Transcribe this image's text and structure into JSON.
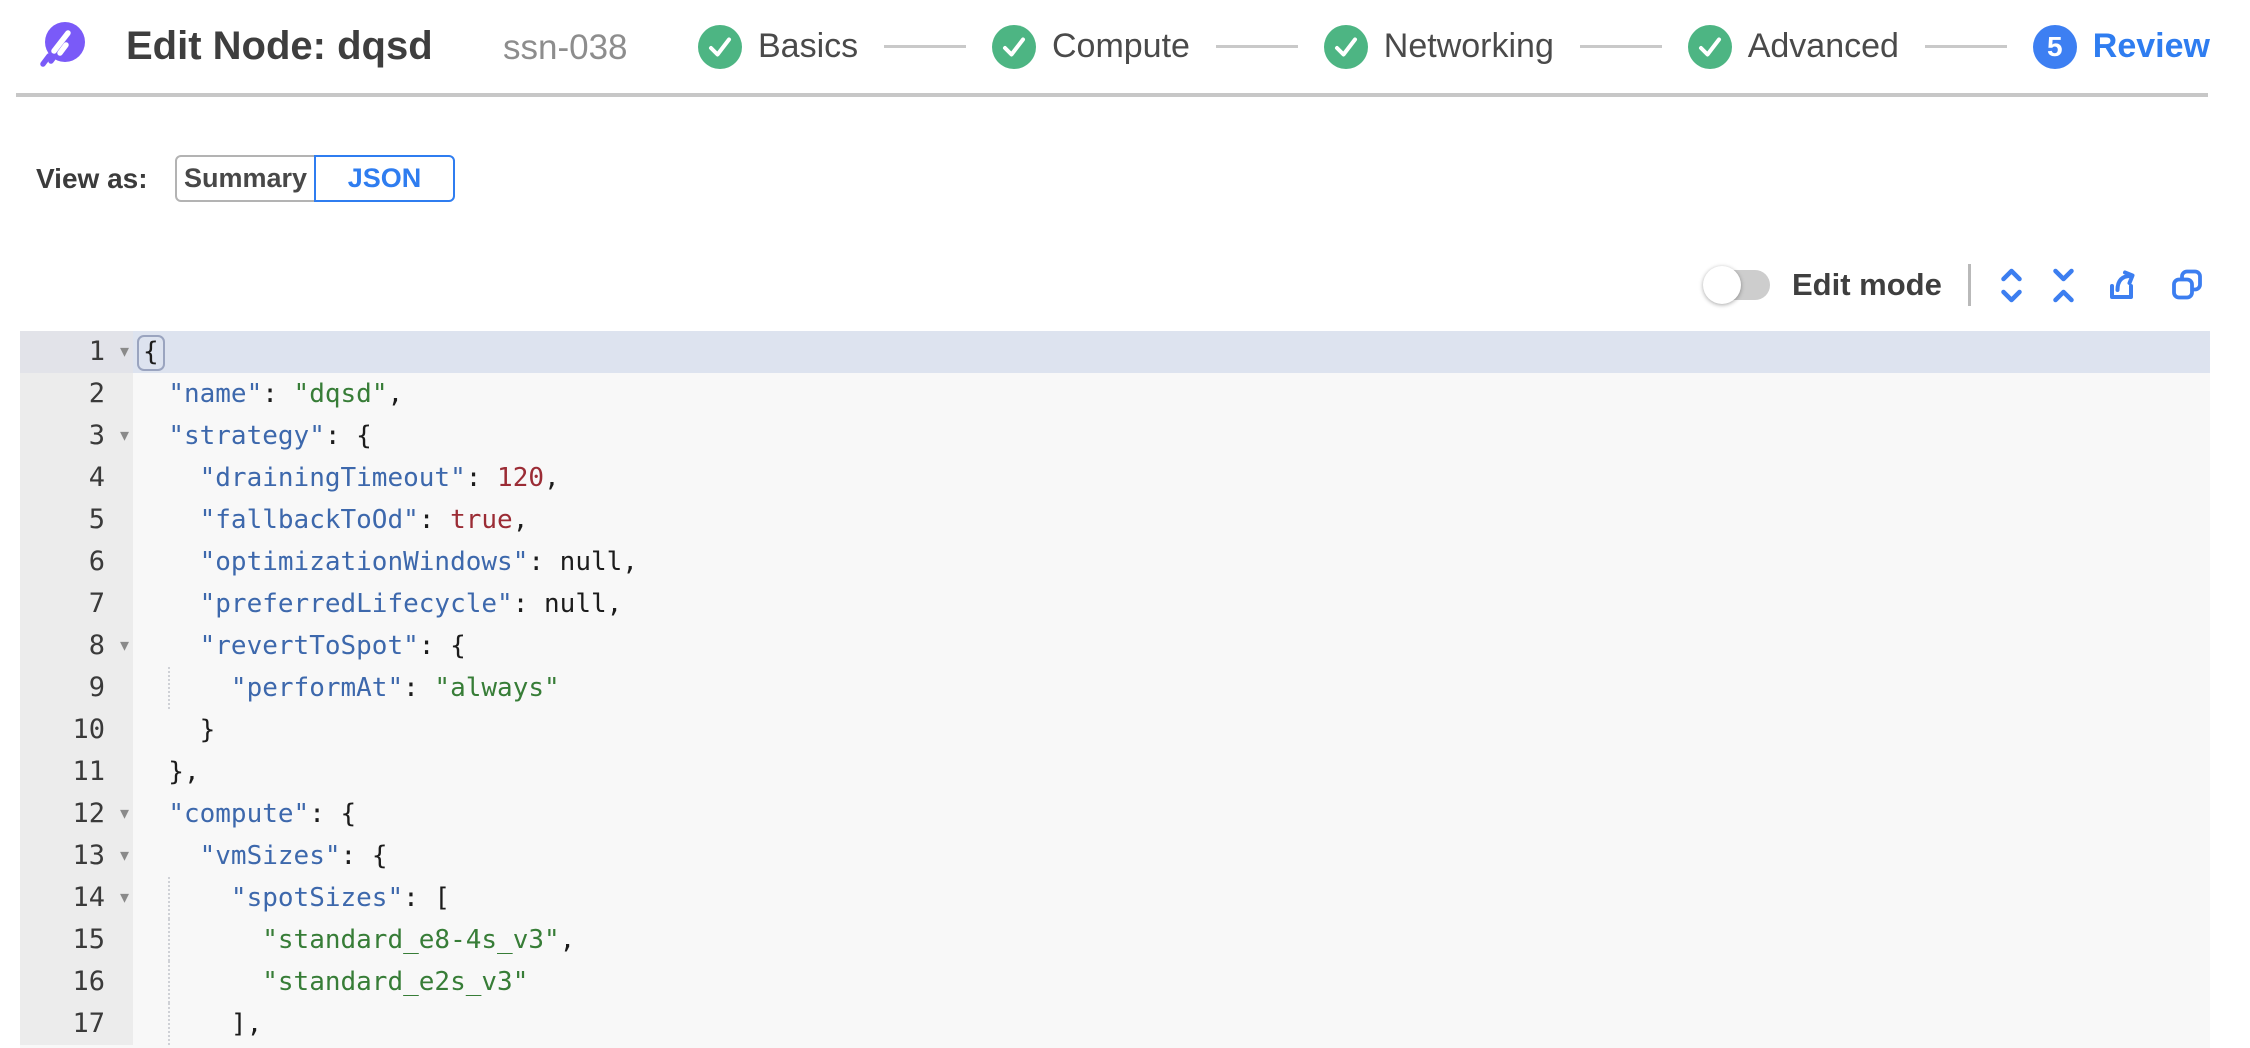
{
  "header": {
    "title": "Edit Node: dqsd",
    "node_id": "ssn-038",
    "steps": [
      {
        "label": "Basics",
        "state": "completed"
      },
      {
        "label": "Compute",
        "state": "completed"
      },
      {
        "label": "Networking",
        "state": "completed"
      },
      {
        "label": "Advanced",
        "state": "completed"
      },
      {
        "label": "Review",
        "state": "current",
        "number": "5"
      }
    ]
  },
  "view_as": {
    "label": "View as:",
    "options": [
      {
        "label": "Summary",
        "selected": false
      },
      {
        "label": "JSON",
        "selected": true
      }
    ]
  },
  "toolbar": {
    "edit_mode_label": "Edit mode",
    "edit_mode_enabled": false,
    "icons": [
      "expand-icon",
      "collapse-icon",
      "export-icon",
      "copy-icon"
    ]
  },
  "colors": {
    "accent_blue": "#2f7df0",
    "success_green": "#4db583",
    "brand_purple": "#7a5af8",
    "editor_background": "#f8f8f8",
    "active_line": "#dde3ef",
    "syntax_key": "#3d68ac",
    "syntax_string": "#377d37",
    "syntax_number": "#9b2c35"
  },
  "editor": {
    "language": "json",
    "active_line": 1,
    "lines": [
      {
        "num": 1,
        "fold": true,
        "active": true,
        "tokens": [
          [
            "brace",
            "{"
          ]
        ]
      },
      {
        "num": 2,
        "tokens": [
          [
            "pn",
            "  "
          ],
          [
            "key",
            "\"name\""
          ],
          [
            "pn",
            ": "
          ],
          [
            "str",
            "\"dqsd\""
          ],
          [
            "pn",
            ","
          ]
        ]
      },
      {
        "num": 3,
        "fold": true,
        "tokens": [
          [
            "pn",
            "  "
          ],
          [
            "key",
            "\"strategy\""
          ],
          [
            "pn",
            ": {"
          ]
        ]
      },
      {
        "num": 4,
        "tokens": [
          [
            "pn",
            "    "
          ],
          [
            "key",
            "\"drainingTimeout\""
          ],
          [
            "pn",
            ": "
          ],
          [
            "num",
            "120"
          ],
          [
            "pn",
            ","
          ]
        ]
      },
      {
        "num": 5,
        "tokens": [
          [
            "pn",
            "    "
          ],
          [
            "key",
            "\"fallbackToOd\""
          ],
          [
            "pn",
            ": "
          ],
          [
            "bool",
            "true"
          ],
          [
            "pn",
            ","
          ]
        ]
      },
      {
        "num": 6,
        "tokens": [
          [
            "pn",
            "    "
          ],
          [
            "key",
            "\"optimizationWindows\""
          ],
          [
            "pn",
            ": "
          ],
          [
            "nul",
            "null"
          ],
          [
            "pn",
            ","
          ]
        ]
      },
      {
        "num": 7,
        "tokens": [
          [
            "pn",
            "    "
          ],
          [
            "key",
            "\"preferredLifecycle\""
          ],
          [
            "pn",
            ": "
          ],
          [
            "nul",
            "null"
          ],
          [
            "pn",
            ","
          ]
        ]
      },
      {
        "num": 8,
        "fold": true,
        "tokens": [
          [
            "pn",
            "    "
          ],
          [
            "key",
            "\"revertToSpot\""
          ],
          [
            "pn",
            ": {"
          ]
        ]
      },
      {
        "num": 9,
        "guides": [
          2
        ],
        "tokens": [
          [
            "pn",
            "      "
          ],
          [
            "key",
            "\"performAt\""
          ],
          [
            "pn",
            ": "
          ],
          [
            "str",
            "\"always\""
          ]
        ]
      },
      {
        "num": 10,
        "tokens": [
          [
            "pn",
            "    }"
          ]
        ]
      },
      {
        "num": 11,
        "tokens": [
          [
            "pn",
            "  },"
          ]
        ]
      },
      {
        "num": 12,
        "fold": true,
        "tokens": [
          [
            "pn",
            "  "
          ],
          [
            "key",
            "\"compute\""
          ],
          [
            "pn",
            ": {"
          ]
        ]
      },
      {
        "num": 13,
        "fold": true,
        "tokens": [
          [
            "pn",
            "    "
          ],
          [
            "key",
            "\"vmSizes\""
          ],
          [
            "pn",
            ": {"
          ]
        ]
      },
      {
        "num": 14,
        "fold": true,
        "guides": [
          2
        ],
        "tokens": [
          [
            "pn",
            "      "
          ],
          [
            "key",
            "\"spotSizes\""
          ],
          [
            "pn",
            ": ["
          ]
        ]
      },
      {
        "num": 15,
        "guides": [
          2
        ],
        "tokens": [
          [
            "pn",
            "        "
          ],
          [
            "str",
            "\"standard_e8-4s_v3\""
          ],
          [
            "pn",
            ","
          ]
        ]
      },
      {
        "num": 16,
        "guides": [
          2
        ],
        "tokens": [
          [
            "pn",
            "        "
          ],
          [
            "str",
            "\"standard_e2s_v3\""
          ]
        ]
      },
      {
        "num": 17,
        "guides": [
          2
        ],
        "tokens": [
          [
            "pn",
            "      ],"
          ]
        ]
      }
    ]
  }
}
